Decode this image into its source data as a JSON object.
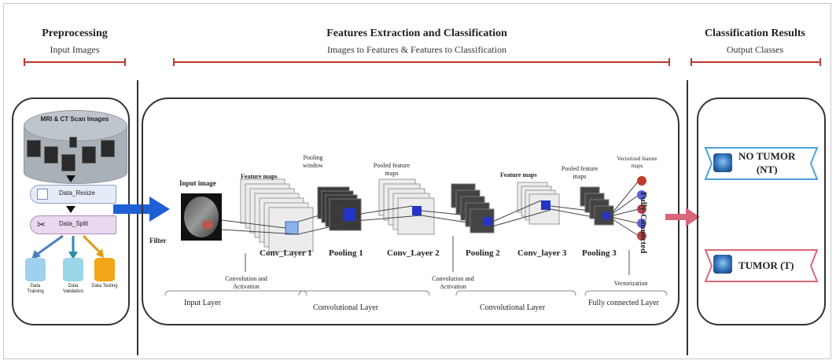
{
  "sections": {
    "preprocessing": {
      "title": "Preprocessing",
      "subtitle": "Input Images"
    },
    "features": {
      "title": "Features Extraction and Classification",
      "subtitle": "Images to Features & Features to Classification"
    },
    "results": {
      "title": "Classification Results",
      "subtitle": "Output Classes"
    }
  },
  "preprocessing_panel": {
    "database_label": "MRI & CT Scan Images",
    "step1": "Data_Resize",
    "step2": "Data_Split",
    "splits": [
      "Data Training",
      "Data Validation",
      "Data Testing"
    ],
    "split_colors": [
      "#9fd0ee",
      "#9ad6e8",
      "#f2a516"
    ]
  },
  "cnn": {
    "filter_label": "Filter",
    "input_image": "Input image",
    "feature_maps_1": "Feature maps",
    "pooling_window": "Pooling window",
    "pooled_maps_1": "Pooled feature maps",
    "feature_maps_2": "Feature maps",
    "pooled_maps_2": "Pooled feature maps",
    "vectorized_maps": "Vectorized feature maps",
    "fully_connected": "Fully-Connected",
    "layers": [
      "Conv_Layer 1",
      "Pooling 1",
      "Conv_Layer 2",
      "Pooling 2",
      "Conv_layer 3",
      "Pooling 3"
    ],
    "conv_activation_1": "Convolution and Activation",
    "conv_activation_2": "Convolution and Activation",
    "vectorization": "Vectorization",
    "groups": [
      "Input Layer",
      "Convolutional Layer",
      "Convolutional Layer",
      "Fully connected Layer"
    ],
    "node_colors": [
      "#c0392b",
      "#5a63d6",
      "#b5454a",
      "#5a63d6",
      "#b5454a"
    ]
  },
  "outputs": [
    {
      "label_line1": "NO TUMOR",
      "label_line2": "(NT)",
      "border_color": "#4aa3d8"
    },
    {
      "label_line1": "TUMOR (T)",
      "label_line2": "",
      "border_color": "#d9667a"
    }
  ],
  "colors": {
    "accent_red": "#c0392b",
    "arrow_blue": "#1f5fd6",
    "arrow_pink": "#d9667a"
  }
}
